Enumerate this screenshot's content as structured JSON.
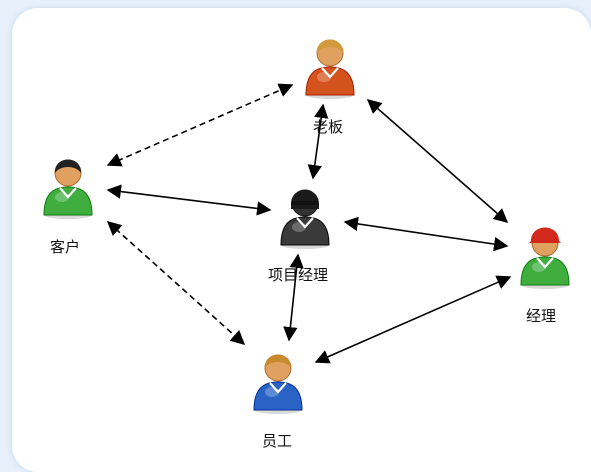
{
  "diagram": {
    "nodes": [
      {
        "id": "boss",
        "label": "老板",
        "icon": "person-orange-icon",
        "shirt": "#d4521c",
        "hair": "#d19a3c"
      },
      {
        "id": "customer",
        "label": "客户",
        "icon": "person-green-icon",
        "shirt": "#3fae3f",
        "hair": "#222222"
      },
      {
        "id": "pm",
        "label": "项目经理",
        "icon": "person-black-masked-icon",
        "shirt": "#3a3a3a",
        "hair": "#1a1a1a"
      },
      {
        "id": "manager",
        "label": "经理",
        "icon": "person-green-red-cap-icon",
        "shirt": "#3fae3f",
        "hair": "#d12a1c"
      },
      {
        "id": "staff",
        "label": "员工",
        "icon": "person-blue-icon",
        "shirt": "#2a62c6",
        "hair": "#c98a2e"
      }
    ],
    "edges": [
      {
        "from": "customer",
        "to": "boss",
        "style": "dashed",
        "direction": "both"
      },
      {
        "from": "boss",
        "to": "pm",
        "style": "solid",
        "direction": "both"
      },
      {
        "from": "boss",
        "to": "manager",
        "style": "solid",
        "direction": "both"
      },
      {
        "from": "customer",
        "to": "pm",
        "style": "solid",
        "direction": "both"
      },
      {
        "from": "pm",
        "to": "manager",
        "style": "solid",
        "direction": "both"
      },
      {
        "from": "customer",
        "to": "staff",
        "style": "dashed",
        "direction": "both"
      },
      {
        "from": "pm",
        "to": "staff",
        "style": "solid",
        "direction": "both"
      },
      {
        "from": "manager",
        "to": "staff",
        "style": "solid",
        "direction": "both"
      }
    ]
  }
}
